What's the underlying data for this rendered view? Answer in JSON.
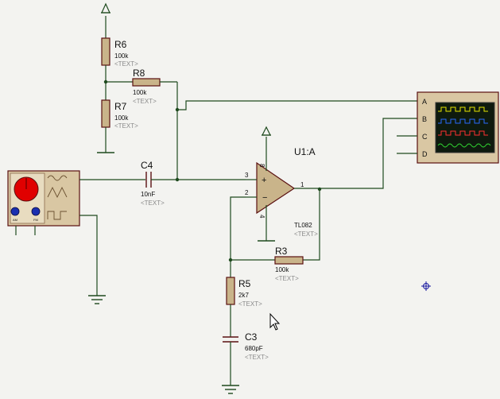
{
  "components": {
    "R6": {
      "ref": "R6",
      "value": "100k",
      "text": "<TEXT>"
    },
    "R7": {
      "ref": "R7",
      "value": "100k",
      "text": "<TEXT>"
    },
    "R8": {
      "ref": "R8",
      "value": "100k",
      "text": "<TEXT>"
    },
    "C4": {
      "ref": "C4",
      "value": "10nF",
      "text": "<TEXT>"
    },
    "U1": {
      "ref": "U1:A",
      "value": "TL082",
      "text": "<TEXT>",
      "pins": {
        "plus": "3",
        "minus": "2",
        "out": "1",
        "vpos": "8",
        "vneg": "4"
      }
    },
    "R3": {
      "ref": "R3",
      "value": "100k",
      "text": "<TEXT>"
    },
    "R5": {
      "ref": "R5",
      "value": "2k7",
      "text": "<TEXT>"
    },
    "C3": {
      "ref": "C3",
      "value": "680pF",
      "text": "<TEXT>"
    }
  },
  "oscilloscope": {
    "channels": [
      "A",
      "B",
      "C",
      "D"
    ],
    "trace_colors": [
      "#e6e600",
      "#2a6bff",
      "#ff3030",
      "#30d030"
    ]
  },
  "generator": {
    "knob_labels": [
      "AM",
      "FM"
    ],
    "knob_color": "#e00000"
  },
  "colors": {
    "wire": "#1e4a1e",
    "component_body": "#c9b48a",
    "component_outline": "#5a1010",
    "marker": "#1a1aa0"
  }
}
